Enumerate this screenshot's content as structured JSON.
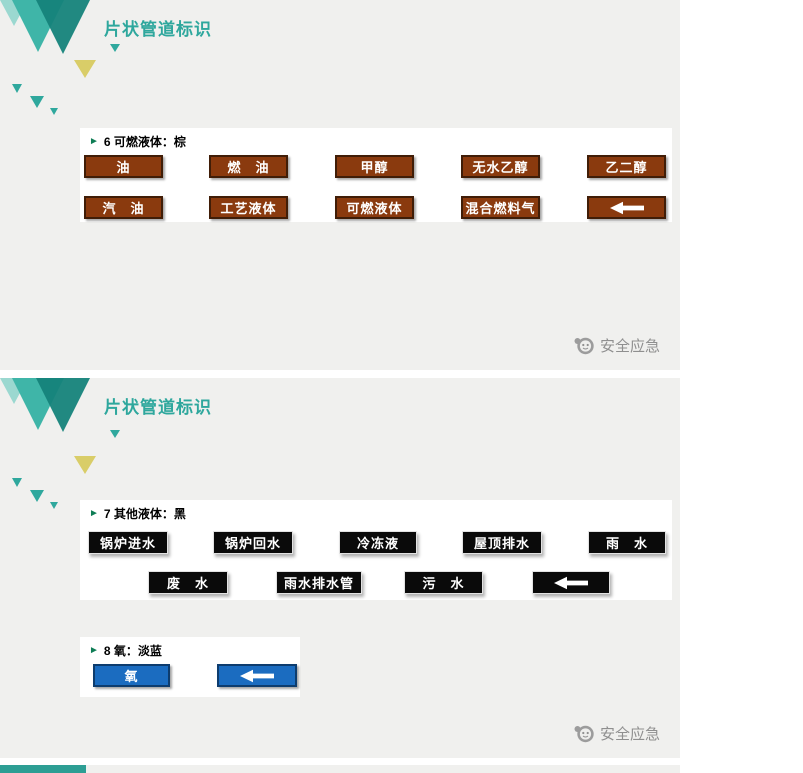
{
  "page": {
    "background": "#ffffff",
    "slide_background": "#f0f0ee"
  },
  "icons": {
    "header_marker": "►",
    "arrow_left": "⬅",
    "logo": "safety-emergency-mascot"
  },
  "colors": {
    "title_teal": "#2ea79d",
    "marker_green": "#0e7d55",
    "flammable_brown": "#8a3a0e",
    "other_black": "#0a0a0a",
    "oxygen_blue": "#1b6cc0",
    "decor_teal_light": "#3fb5a8",
    "decor_teal_dark": "#15837a",
    "decor_yellow": "#d9cd68",
    "watermark_gray": "#8f8f8f"
  },
  "slides": [
    {
      "title": "片状管道标识",
      "watermark": "安全应急",
      "sections": [
        {
          "header": "6 可燃液体：棕",
          "rows": [
            {
              "labels": [
                "油",
                "燃　油",
                "甲醇",
                "无水乙醇",
                "乙二醇"
              ]
            },
            {
              "labels": [
                "汽　油",
                "工艺液体",
                "可燃液体",
                "混合燃料气"
              ],
              "has_arrow": true
            }
          ]
        }
      ]
    },
    {
      "title": "片状管道标识",
      "watermark": "安全应急",
      "sections": [
        {
          "header": "7 其他液体：黑",
          "rows": [
            {
              "labels": [
                "锅炉进水",
                "锅炉回水",
                "冷冻液",
                "屋顶排水",
                "雨　水"
              ]
            },
            {
              "labels": [
                "废　水",
                "雨水排水管",
                "污　水"
              ],
              "has_arrow": true
            }
          ]
        },
        {
          "header": "8 氧：淡蓝",
          "rows": [
            {
              "labels": [
                "氧"
              ],
              "has_arrow": true
            }
          ]
        }
      ]
    }
  ]
}
